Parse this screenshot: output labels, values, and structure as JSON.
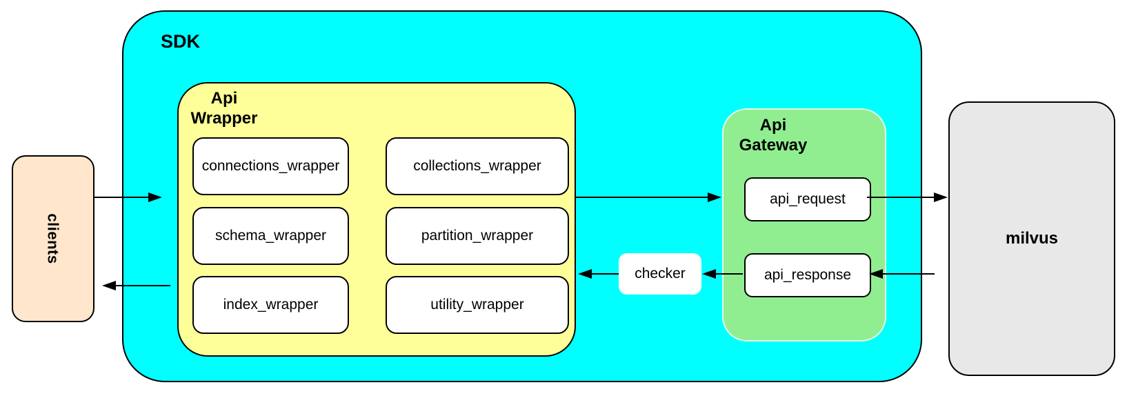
{
  "nodes": {
    "clients_label": "clients",
    "sdk_label": "SDK",
    "api_wrapper_label_line1": "Api",
    "api_wrapper_label_line2": "Wrapper",
    "wrapper_boxes": [
      "connections_wrapper",
      "collections_wrapper",
      "schema_wrapper",
      "partition_wrapper",
      "index_wrapper",
      "utility_wrapper"
    ],
    "checker_label": "checker",
    "api_gateway_label_line1": "Api",
    "api_gateway_label_line2": "Gateway",
    "gateway_boxes": [
      "api_request",
      "api_response"
    ],
    "milvus_label": "milvus"
  },
  "edges": [
    {
      "from": "clients",
      "to": "sdk"
    },
    {
      "from": "api_wrapper",
      "to": "api_gateway"
    },
    {
      "from": "api_request",
      "to": "milvus"
    },
    {
      "from": "milvus",
      "to": "api_response"
    },
    {
      "from": "api_response",
      "to": "checker"
    },
    {
      "from": "checker",
      "to": "api_wrapper"
    },
    {
      "from": "sdk",
      "to": "clients"
    }
  ],
  "colors": {
    "sdk_fill": "#00ffff",
    "api_wrapper_fill": "#ffff99",
    "api_gateway_fill": "#90ee90",
    "clients_fill": "#ffe6cc",
    "milvus_fill": "#e8e8e8",
    "node_fill": "#ffffff",
    "line": "#000000"
  }
}
